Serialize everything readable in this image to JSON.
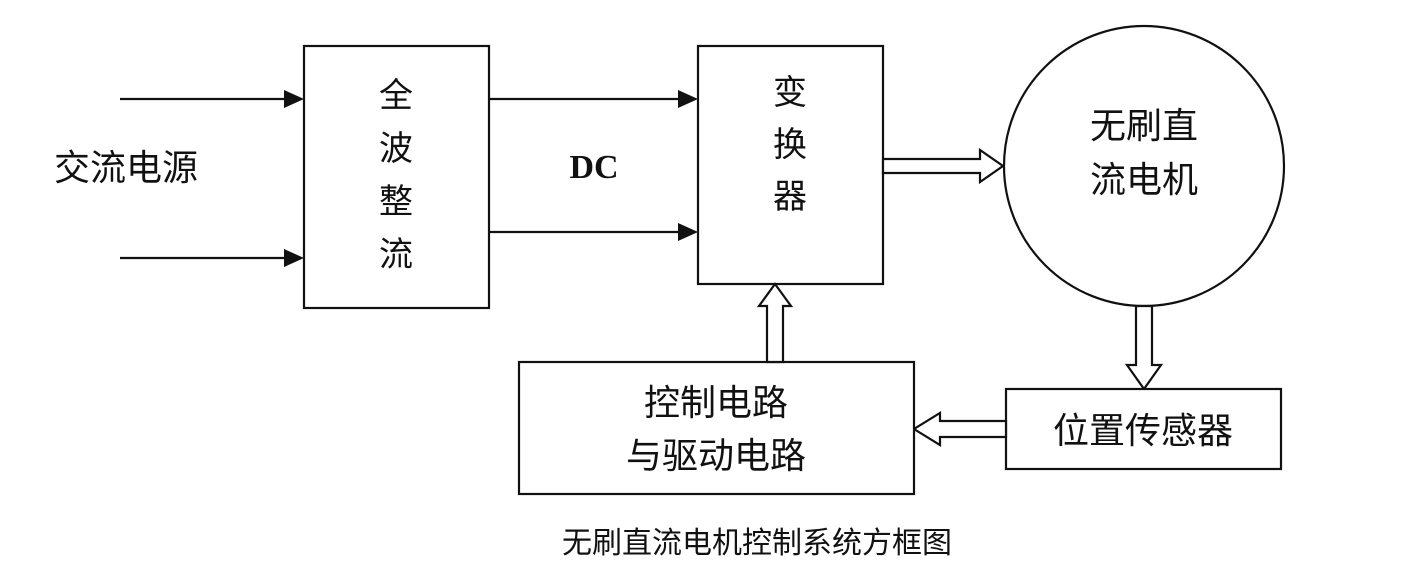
{
  "input": {
    "label": "交流电源"
  },
  "rectifier": {
    "label": "全波整流"
  },
  "dc_bus": {
    "label": "DC"
  },
  "converter": {
    "label": "变换器"
  },
  "motor": {
    "label_line1": "无刷直",
    "label_line2": "流电机"
  },
  "sensor": {
    "label": "位置传感器"
  },
  "controller": {
    "label_line1": "控制电路",
    "label_line2": "与驱动电路"
  },
  "caption": "无刷直流电机控制系统方框图"
}
